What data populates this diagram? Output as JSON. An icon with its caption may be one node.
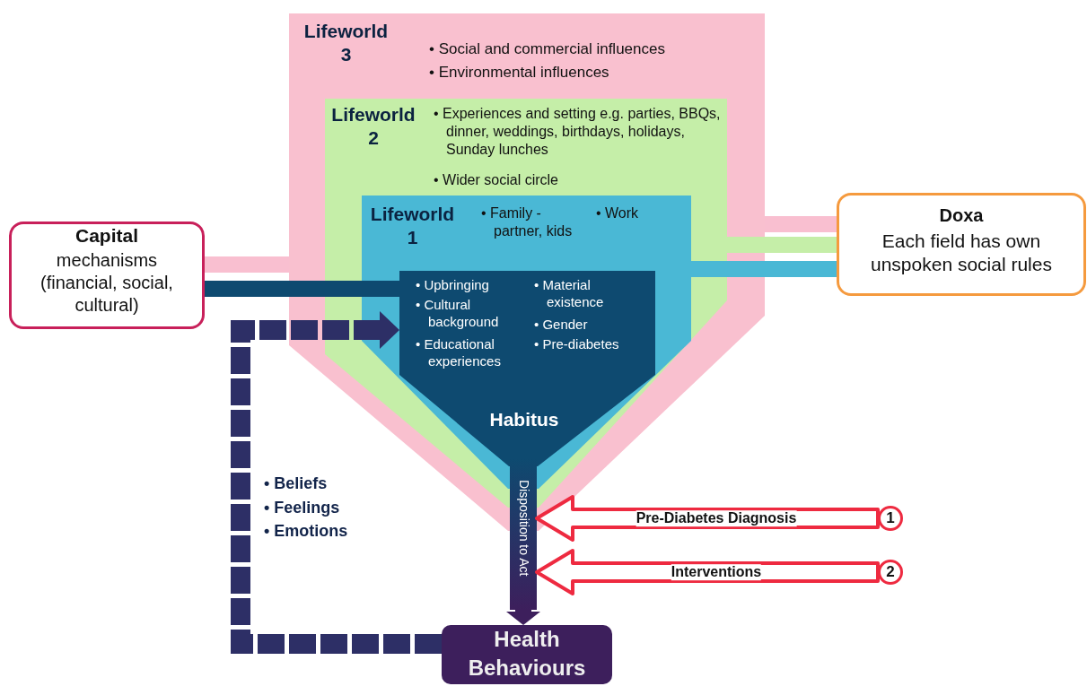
{
  "diagram": {
    "nodes": [
      {
        "text": [
          "Lifeworld 3",
          "• Social and commercial influences",
          "• Environmental influences"
        ]
      },
      {
        "text": [
          "Lifeworld 2",
          "• Experiences and setting e.g. parties, BBQs, dinner, weddings, birthdays, holidays, Sunday lunches",
          "• Wider social circle"
        ],
        "in": 0
      },
      {
        "text": [
          "Lifeworld 1",
          "• Family - partner, kids",
          "• Work"
        ],
        "in": 1
      },
      {
        "text": [
          "• Upbringing",
          "• Cultural background",
          "• Educational experiences",
          "• Material existence",
          "• Gender",
          "• Pre-diabetes",
          "Habitus"
        ],
        "in": 2
      },
      {
        "text": [
          "Disposition to Act"
        ]
      },
      {
        "text": [
          "Capital",
          "mechanisms (financial, social, cultural)"
        ]
      },
      {
        "text": [
          "Doxa",
          "Each field has own unspoken social rules"
        ]
      },
      {
        "text": [
          "Health Behaviours"
        ]
      },
      {
        "text": [
          "1"
        ]
      },
      {
        "text": [
          "2"
        ]
      }
    ],
    "edges": [
      {
        "from": 5,
        "to": 0,
        "arrow": "none",
        "color": "#f9bfd0"
      },
      {
        "from": 5,
        "to": 3,
        "arrow": "none",
        "color": "#0e4a70"
      },
      {
        "from": 6,
        "to": 0,
        "arrow": "none",
        "color": "#f9bfd0"
      },
      {
        "from": 6,
        "to": 1,
        "arrow": "none",
        "color": "#c5eea8"
      },
      {
        "from": 6,
        "to": 2,
        "arrow": "none",
        "color": "#4ab8d5"
      },
      {
        "from": 4,
        "to": 7,
        "arrow": "to",
        "color": "#3d1f5c"
      },
      {
        "from": 7,
        "to": 3,
        "arrow": "to",
        "style": "dashed",
        "color": "#2d2f66"
      },
      {
        "from": 8,
        "to": 4,
        "arrow": "to",
        "label": "Pre-Diabetes Diagnosis",
        "color": "#ee2a40"
      },
      {
        "from": 9,
        "to": 4,
        "arrow": "to",
        "label": "Interventions",
        "color": "#ee2a40"
      }
    ],
    "labels": [
      "• Beliefs",
      "• Feelings",
      "• Emotions"
    ]
  }
}
